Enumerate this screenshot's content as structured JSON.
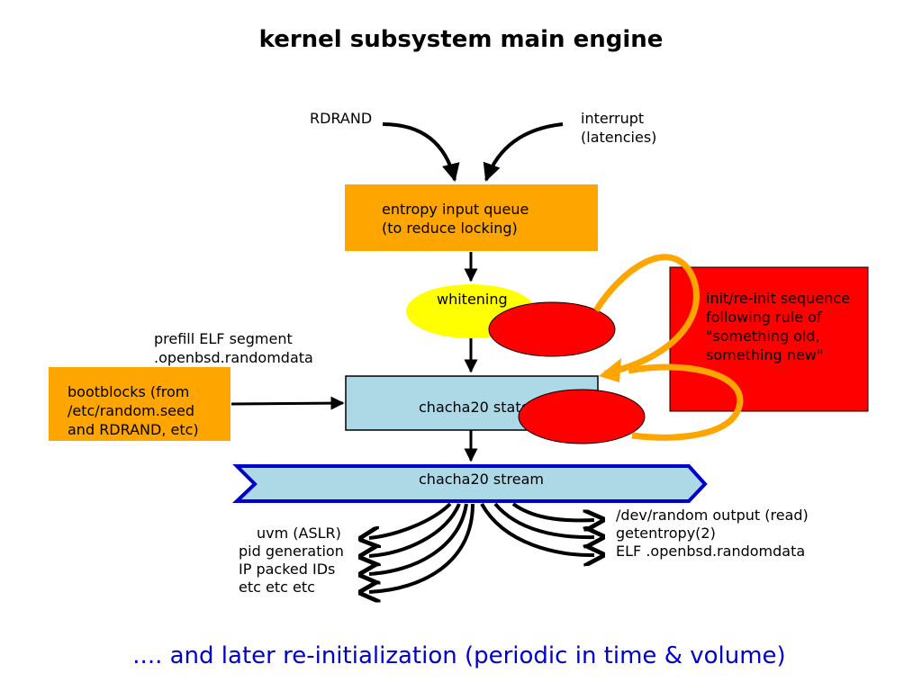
{
  "title": "kernel subsystem main engine",
  "footer": ".... and later re-initialization (periodic in time & volume)",
  "inputs": {
    "rdrand": "RDRAND",
    "interrupt_line1": "interrupt",
    "interrupt_line2": "(latencies)"
  },
  "entropy_queue": {
    "line1": "entropy input queue",
    "line2": "(to reduce locking)"
  },
  "whitening": "whitening",
  "init_note": {
    "line1": "init/re-init sequence",
    "line2": "following rule of",
    "line3": "\"something old,",
    "line4": "something new\""
  },
  "prefill": {
    "line1": "prefill ELF segment",
    "line2": ".openbsd.randomdata"
  },
  "bootblocks": {
    "line1": "bootblocks (from",
    "line2": "/etc/random.seed",
    "line3": "and RDRAND, etc)"
  },
  "chacha_state": "chacha20 state",
  "chacha_stream": "chacha20 stream",
  "consumers_left": [
    "uvm (ASLR)",
    "pid generation",
    "IP packed IDs",
    "etc etc etc"
  ],
  "consumers_right": [
    "/dev/random output (read)",
    "getentropy(2)",
    "ELF .openbsd.randomdata"
  ],
  "colors": {
    "orange": "#ffa500",
    "red": "#ff0000",
    "yellow": "#ffff00",
    "light_blue": "#add8e6",
    "blue": "#0000cc",
    "black": "#000000"
  }
}
